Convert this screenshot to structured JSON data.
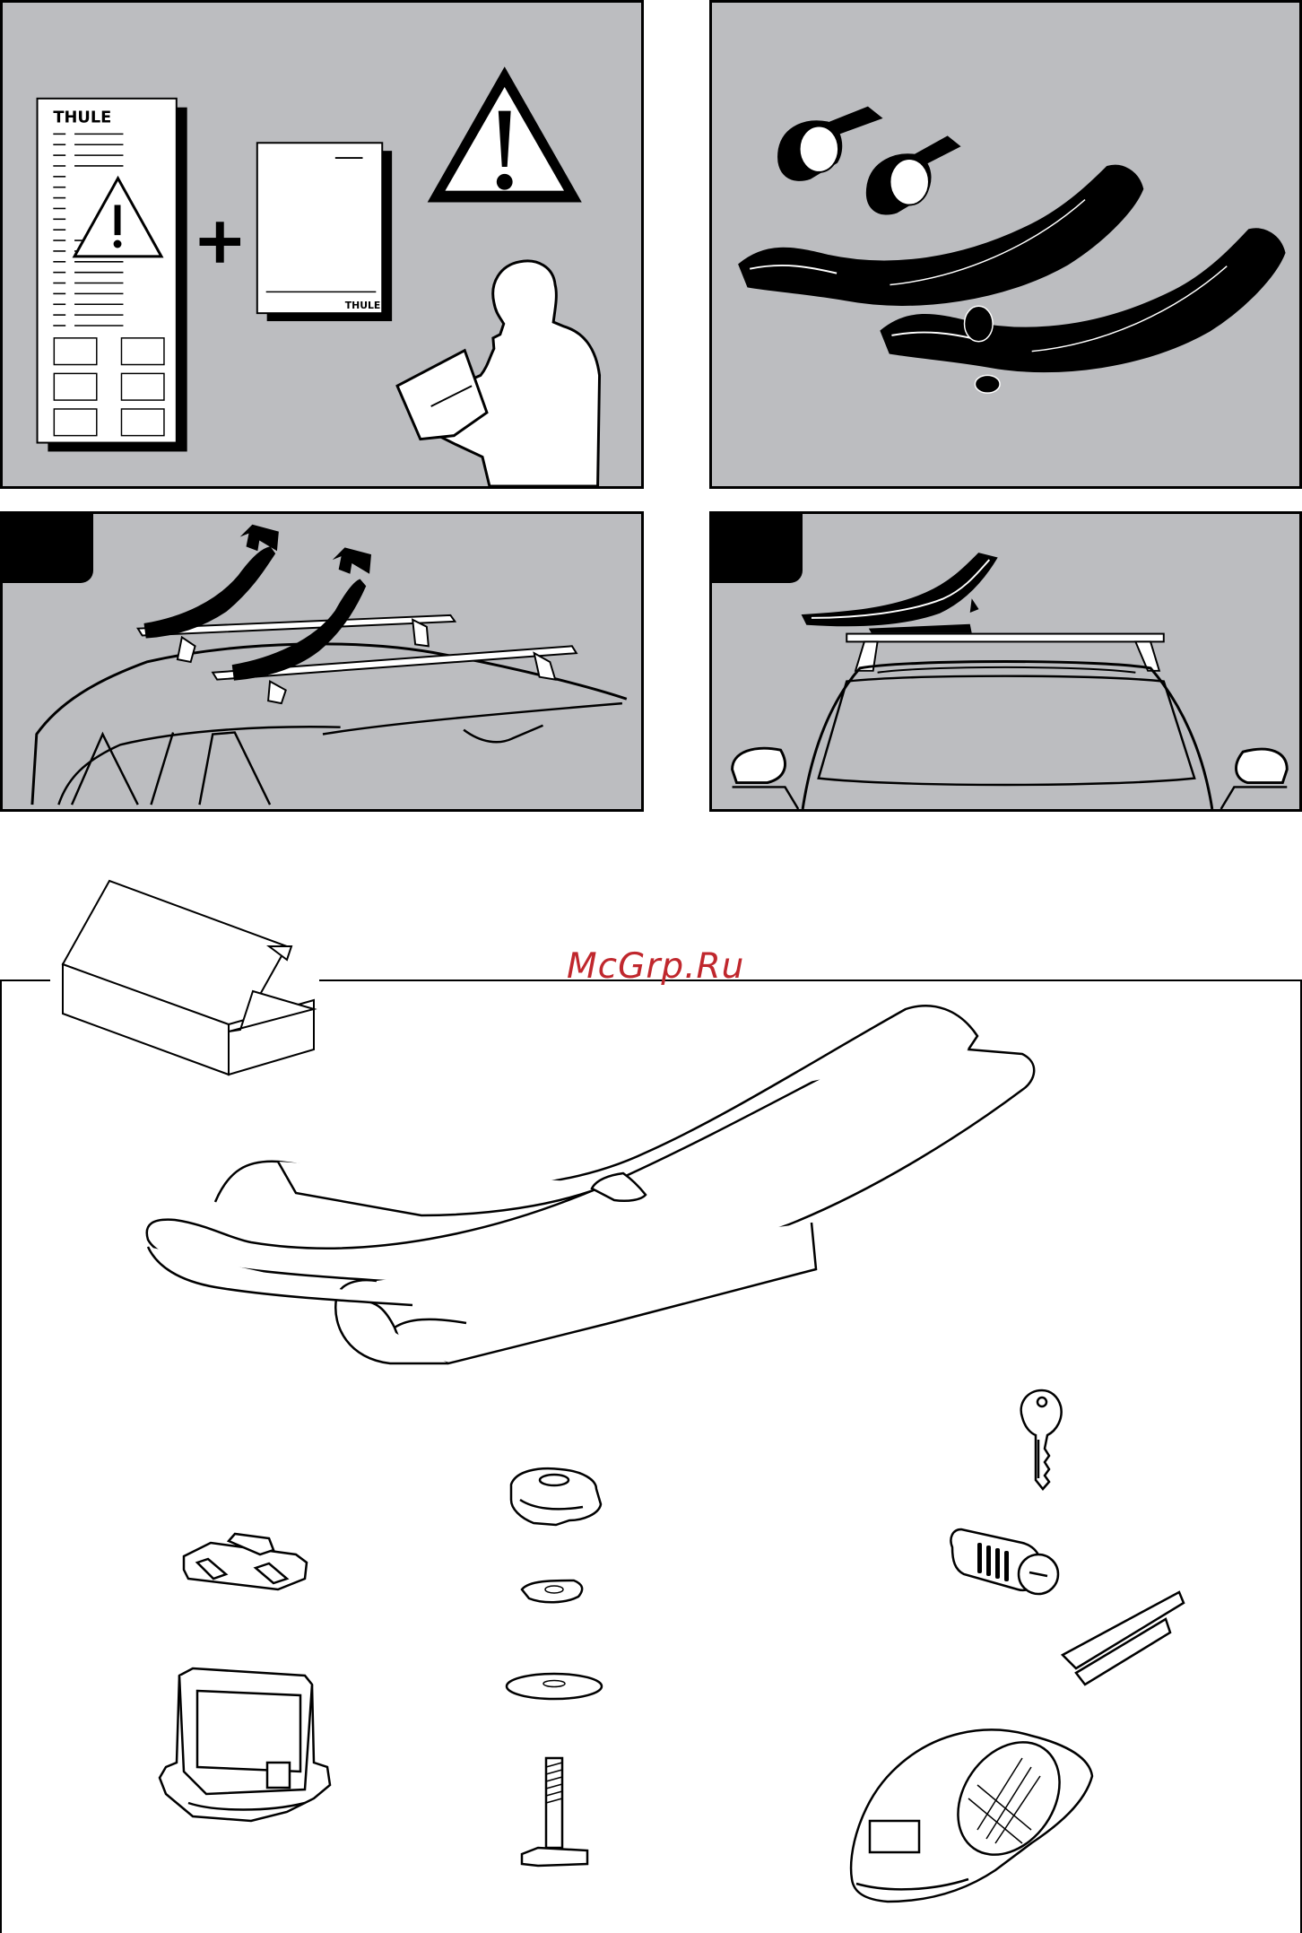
{
  "manual": {
    "brand_main": "THULE",
    "brand_sheet": "THULE",
    "warning_symbol": "warning-triangle-icon",
    "plus_symbol": "+"
  },
  "watermark": {
    "text": "McGrp.Ru"
  },
  "colors": {
    "panel_background": "#bcbdc0",
    "outline": "#000000",
    "watermark": "#c0272d"
  },
  "parts": [
    "kayak-cradle",
    "rail-adapter",
    "mounting-clamp",
    "knob",
    "washer-curved",
    "washer-flat",
    "t-bolt",
    "key",
    "lock-cylinder",
    "strap-buckle"
  ]
}
